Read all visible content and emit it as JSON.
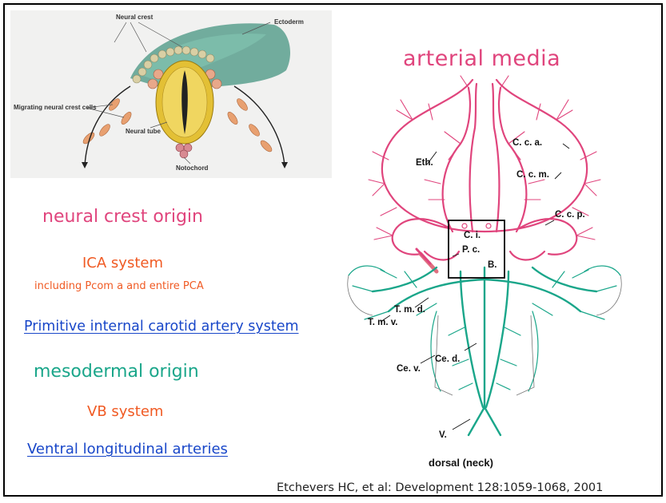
{
  "inset": {
    "labels": {
      "neural_crest": "Neural crest",
      "ectoderm": "Ectoderm",
      "migrating": "Migrating neural crest cells",
      "neural_tube": "Neural tube",
      "notochord": "Notochord"
    }
  },
  "title": "arterial media",
  "left": {
    "neural_crest_origin": "neural crest origin",
    "ica_system": "ICA system",
    "ica_detail": "including Pcom a and entire PCA",
    "primitive_ica": "Primitive internal carotid artery system",
    "mesodermal_origin": "mesodermal origin",
    "vb_system": "VB system",
    "ventral_longitudinal": "Ventral longitudinal arteries"
  },
  "diagram": {
    "labels": {
      "eth": "Eth.",
      "cca": "C. c. a.",
      "ccm": "C. c. m.",
      "ccp": "C. c. p.",
      "ci": "C. i.",
      "pc": "P. c.",
      "b": "B.",
      "tmd": "T. m. d.",
      "tmv": "T. m. v.",
      "ced": "Ce. d.",
      "cev": "Ce. v.",
      "v": "V.",
      "dorsal": "dorsal (neck)"
    }
  },
  "citation": "Etchevers HC, et al: Development 128:1059-1068, 2001",
  "colors": {
    "pink": "#e0457d",
    "orange": "#f05a23",
    "teal": "#1aa68a",
    "blue": "#1947c9"
  }
}
